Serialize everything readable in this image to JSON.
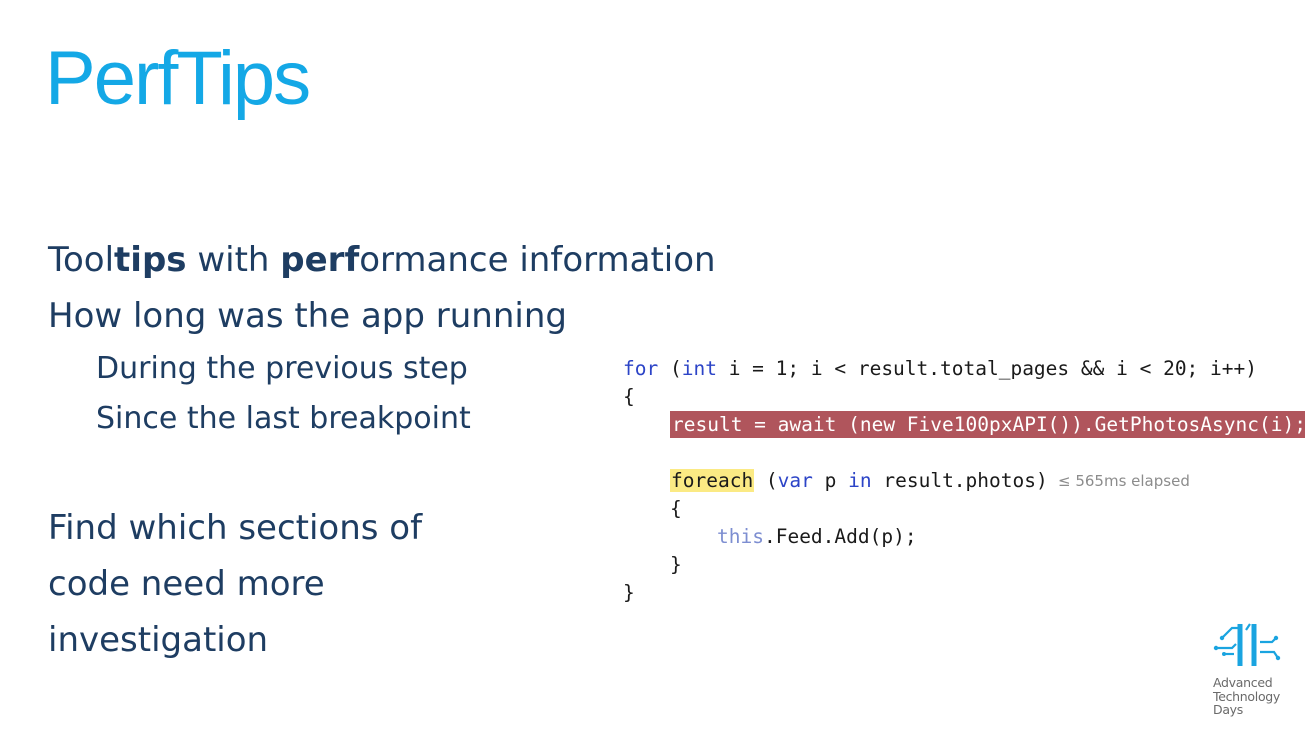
{
  "slide": {
    "title": "PerfTips"
  },
  "bullets": {
    "line1": {
      "part1": "Tool",
      "part2": "tips",
      "part3": " with ",
      "part4": "perf",
      "part5": "ormance information"
    },
    "line2": "How long was the app running",
    "sub1": "During the previous step",
    "sub2": "Since the last breakpoint",
    "line3a": "Find which sections of",
    "line3b": "code need more",
    "line3c": "investigation"
  },
  "code": {
    "l1_kw1": "for",
    "l1_p1": " (",
    "l1_kw2": "int",
    "l1_p2": " i = 1; i < result.total_pages && i < 20; i++)",
    "l2": "{",
    "l3": "result = await (new Five100pxAPI()).GetPhotosAsync(i);",
    "l5_kw1": "foreach",
    "l5_p1": " (",
    "l5_kw2": "var",
    "l5_p2": " p ",
    "l5_kw3": "in",
    "l5_p3": " result.photos)",
    "l6": "{",
    "l7_kw": "this",
    "l7_rest": ".Feed.Add(p);",
    "l8": "}",
    "l9": "}",
    "perftip": "≤ 565ms elapsed"
  },
  "logo": {
    "number": "11",
    "line1": "Advanced",
    "line2": "Technology",
    "line3": "Days"
  },
  "colors": {
    "title": "#14a8e6",
    "body_text": "#1e3d62",
    "keyword": "#2c44c7",
    "highlight_current": "#b0555c",
    "highlight_next": "#fbea84",
    "perftip": "#8c8c8c"
  }
}
